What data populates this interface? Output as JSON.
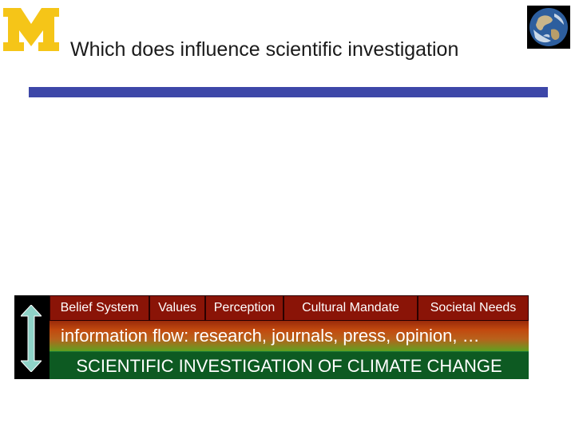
{
  "slide": {
    "title": "Which does influence scientific investigation"
  },
  "colors": {
    "maize": "#f5c518",
    "rule_blue": "#3d47a8",
    "chip_red": "#8a1407",
    "investigation_green": "#0d5a22",
    "arrow_teal": "#8fd3c8"
  },
  "icons": {
    "logo": "block-m-logo",
    "globe": "earth-globe-image",
    "arrow": "double-headed-vertical-arrow"
  },
  "diagram": {
    "influences": [
      {
        "label": "Belief System"
      },
      {
        "label": "Values"
      },
      {
        "label": "Perception"
      },
      {
        "label": "Cultural Mandate"
      },
      {
        "label": "Societal Needs"
      }
    ],
    "information_flow": "information flow: research, journals, press, opinion, …",
    "investigation": "SCIENTIFIC INVESTIGATION OF CLIMATE CHANGE"
  }
}
